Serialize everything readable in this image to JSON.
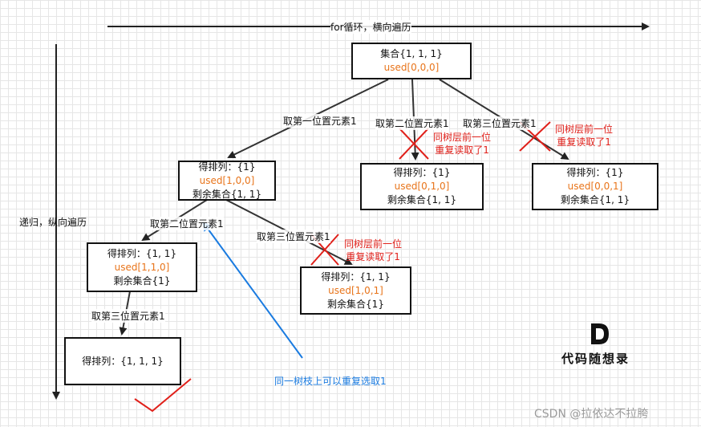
{
  "top_arrow_label": "for循环，横向遍历",
  "side_arrow_label": "递归，纵向遍历",
  "nodes": {
    "root": {
      "line1": "集合{1, 1, 1}",
      "used": "used[0,0,0]"
    },
    "n1": {
      "line1": "得排列：{1}",
      "used": "used[1,0,0]",
      "line3": "剩余集合{1, 1}"
    },
    "n2": {
      "line1": "得排列：{1}",
      "used": "used[0,1,0]",
      "line3": "剩余集合{1, 1}"
    },
    "n3": {
      "line1": "得排列：{1}",
      "used": "used[0,0,1]",
      "line3": "剩余集合{1, 1}"
    },
    "n11": {
      "line1": "得排列：{1, 1}",
      "used": "used[1,1,0]",
      "line3": "剩余集合{1}"
    },
    "n12": {
      "line1": "得排列：{1, 1}",
      "used": "used[1,0,1]",
      "line3": "剩余集合{1}"
    },
    "n111": {
      "prefix": "得排列：",
      "value": "{1, 1, 1}"
    }
  },
  "edge_labels": {
    "take_first": "取第一位置元素1",
    "take_second_top": "取第二位置元素1",
    "take_third_top": "取第三位置元素1",
    "take_second_mid": "取第二位置元素1",
    "take_third_mid": "取第三位置元素1",
    "take_third_low": "取第三位置元素1"
  },
  "prune_notes": {
    "note_a": [
      "同树层前一位",
      "重复读取了1"
    ],
    "note_b": [
      "同树层前一位",
      "重复读取了1"
    ],
    "note_c": [
      "同树层前一位",
      "重复读取了1"
    ]
  },
  "branch_note": "同一树枝上可以重复选取1",
  "logo": {
    "mark": "D",
    "text": "代码随想录"
  },
  "watermark": "CSDN @拉依达不拉胯"
}
